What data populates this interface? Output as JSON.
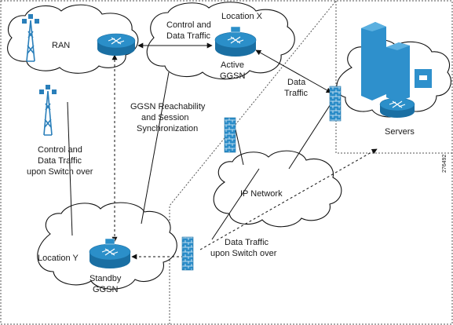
{
  "labels": {
    "ran": "RAN",
    "location_x": "Location X",
    "location_y": "Location Y",
    "active_ggsn_1": "Active",
    "active_ggsn_2": "GGSN",
    "standby_ggsn_1": "Standby",
    "standby_ggsn_2": "GGSN",
    "control_data_1": "Control and",
    "control_data_2": "Data Traffic",
    "reach_1": "GGSN Reachability",
    "reach_2": "and Session",
    "reach_3": "Synchronization",
    "switch_1": "Control and",
    "switch_2": "Data Traffic",
    "switch_3": "upon Switch over",
    "data_traffic_1": "Data",
    "data_traffic_2": "Traffic",
    "servers": "Servers",
    "ip_network": "IP Network",
    "dt_switch_1": "Data Traffic",
    "dt_switch_2": "upon Switch over",
    "figure_id": "276492"
  },
  "colors": {
    "router_fill": "#2b8fc9",
    "router_dark": "#1a6fa3",
    "building_fill": "#2e90cc",
    "firewall_fill": "#2a8cc8",
    "line": "#111111"
  },
  "icons": {
    "cell_tower": "radio-tower-icon",
    "router": "router-icon",
    "firewall": "firewall-icon",
    "building": "building-icon",
    "server": "server-icon"
  }
}
